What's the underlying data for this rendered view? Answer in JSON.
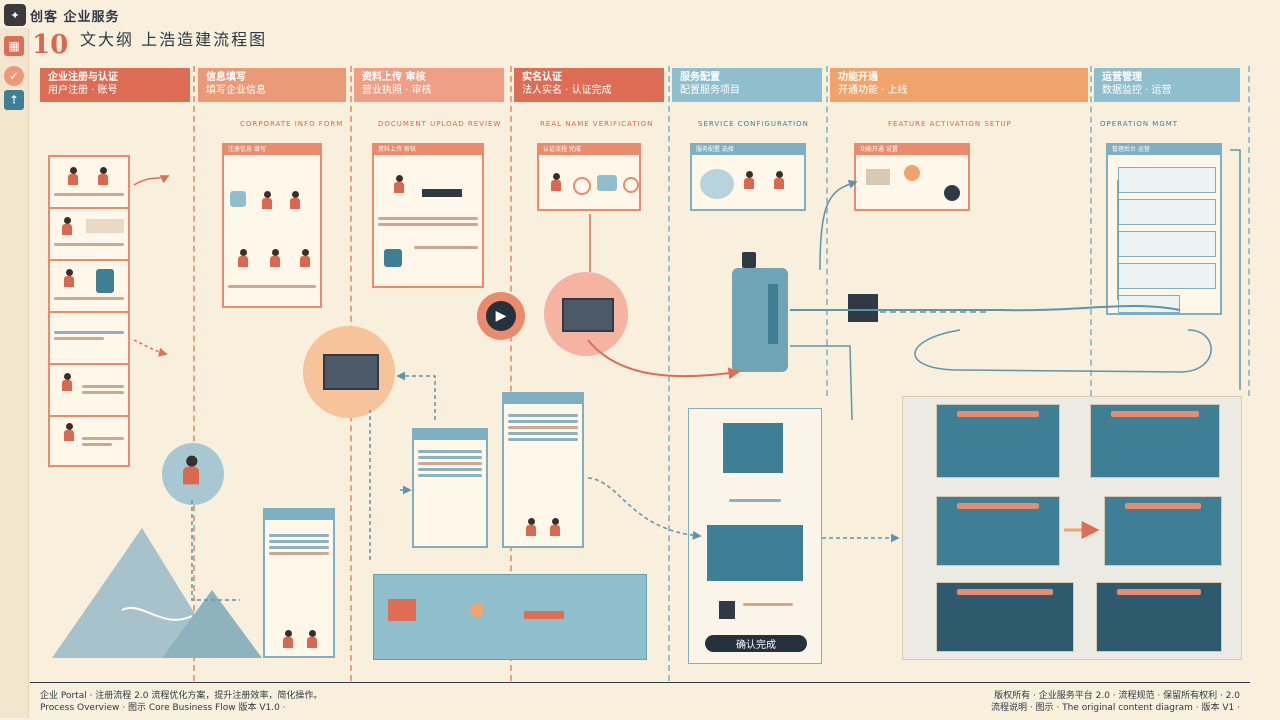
{
  "header": {
    "brand": "创客 企业服务",
    "number": "10",
    "title": "文大纲 上浩造建流程图"
  },
  "toolbar": {
    "icons": [
      "brush-icon",
      "check-icon",
      "cursor-icon"
    ]
  },
  "stages": [
    {
      "line1": "企业注册与认证",
      "line2": "用户注册 · 账号",
      "color": "#dd6e55"
    },
    {
      "line1": "信息填写",
      "line2": "填写企业信息",
      "color": "#eb9a77"
    },
    {
      "line1": "资料上传 审核",
      "line2": "营业执照 · 审核",
      "color": "#ef9f86"
    },
    {
      "line1": "实名认证",
      "line2": "法人实名 · 认证完成",
      "color": "#dd6e55"
    },
    {
      "line1": "服务配置",
      "line2": "配置服务项目",
      "color": "#8fbfcc"
    },
    {
      "line1": "功能开通",
      "line2": "开通功能 · 上线",
      "color": "#f0a46c"
    },
    {
      "line1": "运营管理",
      "line2": "数据监控 · 运营",
      "color": "#8fbfcc"
    }
  ],
  "captions": {
    "c2": "CORPORATE INFO FORM",
    "c3": "DOCUMENT UPLOAD REVIEW",
    "c4": "REAL NAME VERIFICATION",
    "c5": "SERVICE CONFIGURATION",
    "c6": "FEATURE ACTIVATION SETUP",
    "c7": "OPERATION MGMT"
  },
  "cards": {
    "c2_top": "注册信息  填写",
    "c3_top": "资料上传  审核",
    "c4_top": "认证流程  完成",
    "c5_top": "服务配置  选择",
    "c6_top": "功能开通  设置",
    "c7_top": "管理后台  运营"
  },
  "button": {
    "label": "确认完成"
  },
  "footer": {
    "left1": "企业 Portal · 注册流程 2.0 流程优化方案，提升注册效率，简化操作。",
    "left2": "Process Overview · 图示  Core Business Flow  版本 V1.0 ·",
    "right1": "版权所有 · 企业服务平台 2.0 · 流程规范 · 保留所有权利 · 2.0",
    "right2": "流程说明 · 图示 · The original content diagram · 版本 V1 ·"
  },
  "colors": {
    "coral": "#dd6e55",
    "peach": "#eb9a77",
    "teal": "#3f7f96",
    "lightblue": "#8fbfcc",
    "cream": "#f8efdd",
    "navy": "#25323d"
  }
}
